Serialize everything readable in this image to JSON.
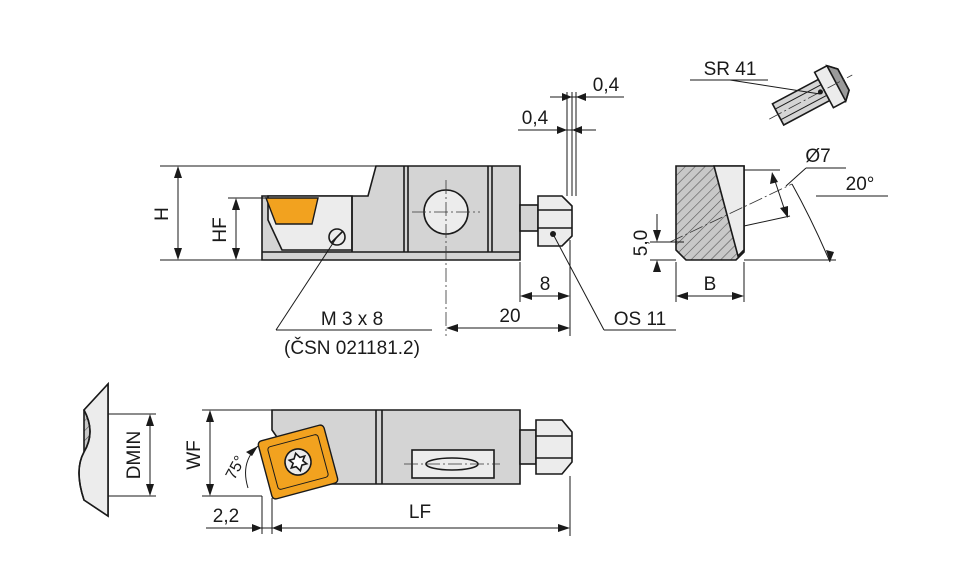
{
  "colors": {
    "insert": "#f2a21f",
    "body": "#d4d4d4",
    "line": "#1a1a1a",
    "background": "#ffffff"
  },
  "labels": {
    "h": "H",
    "hf": "HF",
    "clamp_screw": "M 3 x 8",
    "clamp_screw_standard": "(ČSN 021181.2)",
    "dim_20": "20",
    "dim_8": "8",
    "coolant_nut": "OS 11",
    "gap_a": "0,4",
    "gap_b": "0,4",
    "sr": "SR 41",
    "diameter": "Ø7",
    "angle_top": "20°",
    "height_5": "5,0",
    "b": "B",
    "dmin": "DMIN",
    "wf": "WF",
    "angle_insert": "75°",
    "dim_2_2": "2,2",
    "lf": "LF"
  }
}
